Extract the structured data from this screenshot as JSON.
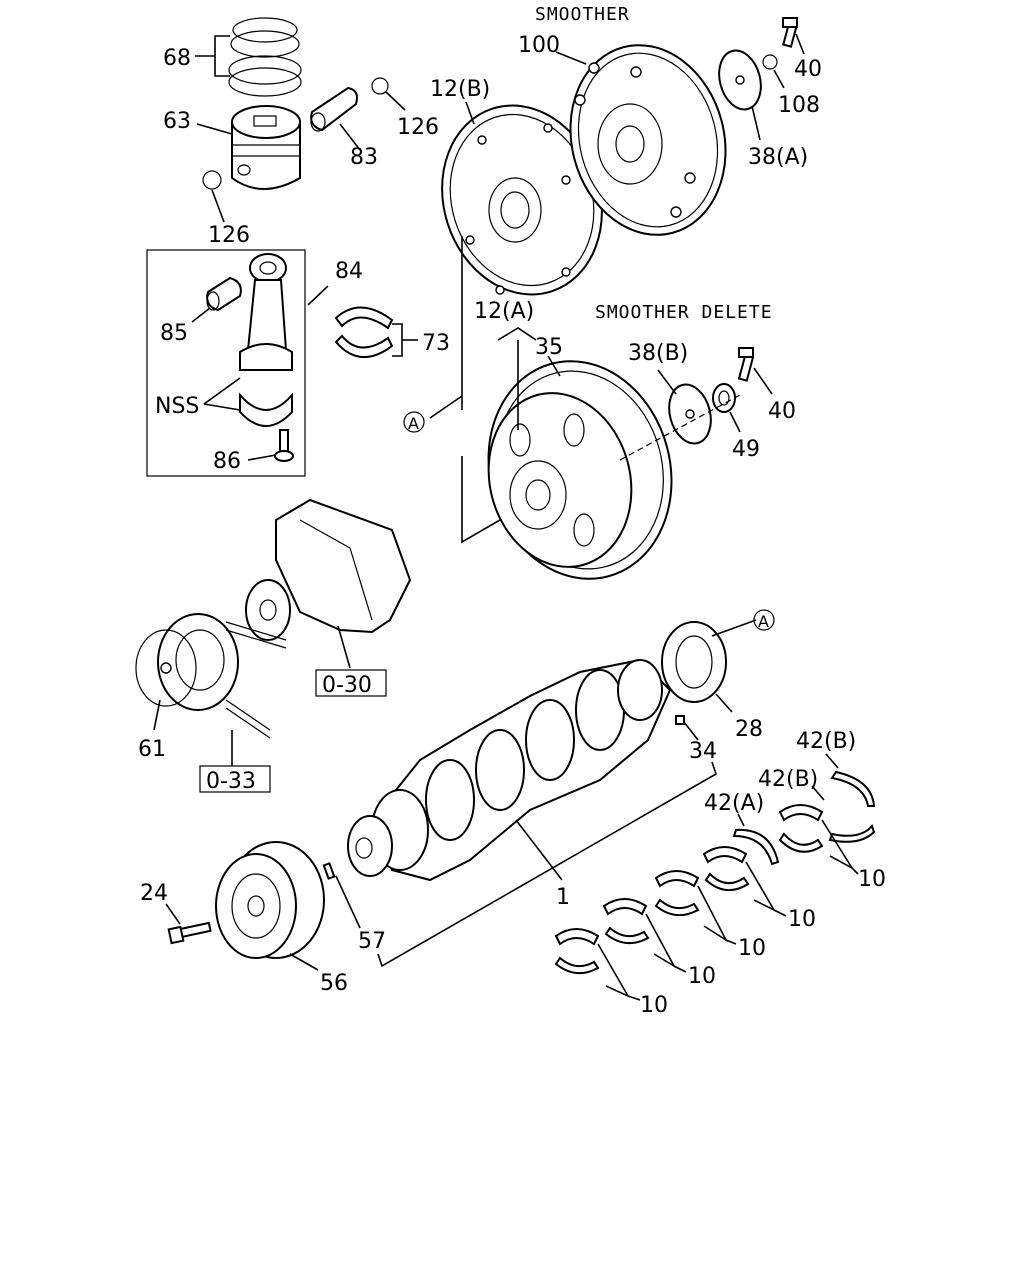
{
  "headers": {
    "smoother": "SMOOTHER",
    "smoother_delete": "SMOOTHER DELETE"
  },
  "callouts": {
    "p68": "68",
    "p63": "63",
    "p126a": "126",
    "p126b": "126",
    "p83": "83",
    "p84": "84",
    "p85": "85",
    "nss": "NSS",
    "p86": "86",
    "p73": "73",
    "p100": "100",
    "p12b": "12(B)",
    "p40a": "40",
    "p108": "108",
    "p38a": "38(A)",
    "p12a": "12(A)",
    "p35": "35",
    "p38b": "38(B)",
    "p40b": "40",
    "p49": "49",
    "ref_a1": "A",
    "ref_a2": "A",
    "p61": "61",
    "p28": "28",
    "p34": "34",
    "p1": "1",
    "p24": "24",
    "p56": "56",
    "p57": "57",
    "p42b1": "42(B)",
    "p42b2": "42(B)",
    "p42a": "42(A)",
    "p10_1": "10",
    "p10_2": "10",
    "p10_3": "10",
    "p10_4": "10",
    "p10_5": "10"
  },
  "boxed_refs": {
    "r030": "0-30",
    "r033": "0-33"
  }
}
